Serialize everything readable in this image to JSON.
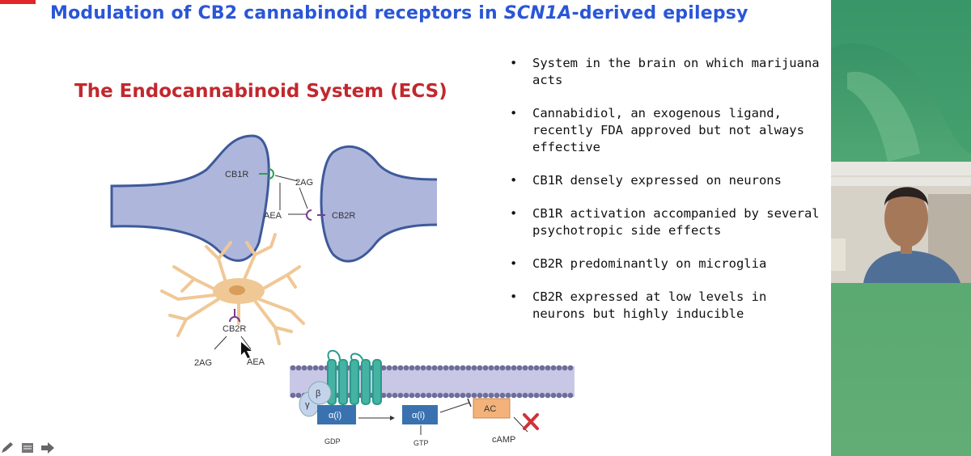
{
  "slide": {
    "title_prefix": "Modulation of CB2 cannabinoid receptors in ",
    "title_gene": "SCN1A",
    "title_suffix": "-derived epilepsy",
    "heading": "The Endocannabinoid System (ECS)",
    "bullets": [
      "System in the brain on which marijuana acts",
      "Cannabidiol, an exogenous ligand, recently FDA approved but not always effective",
      "CB1R densely expressed on neurons",
      "CB1R activation accompanied by several psychotropic side effects",
      "CB2R predominantly on microglia",
      "CB2R expressed at low levels in neurons but highly inducible"
    ],
    "bullet_symbol": "•",
    "diagram": {
      "cb1r": "CB1R",
      "two_ag": "2AG",
      "aea": "AEA",
      "cb2r": "CB2R",
      "glia_cb2r": "CB2R",
      "glia_2ag": "2AG",
      "glia_aea": "AEA",
      "gamma": "γ",
      "beta": "β",
      "alpha_gdp": "α(i)",
      "alpha_gtp": "α(i)",
      "ac": "AC",
      "gdp": "GDP",
      "gtp": "GTP",
      "camp": "cAMP"
    }
  },
  "toolbar": {
    "icons": [
      "pen-icon",
      "notes-icon",
      "next-arrow-icon"
    ]
  },
  "colors": {
    "title_blue": "#2a56d6",
    "heading_red": "#c2282e",
    "neuron_fill": "#aeb6dc",
    "neuron_stroke": "#3e5a9a",
    "microglia": "#f0c896",
    "receptor_teal": "#3aa999",
    "ac_orange": "#f2b27a",
    "alpha_blue": "#3a72b0",
    "panel_green": "#4fa673"
  }
}
